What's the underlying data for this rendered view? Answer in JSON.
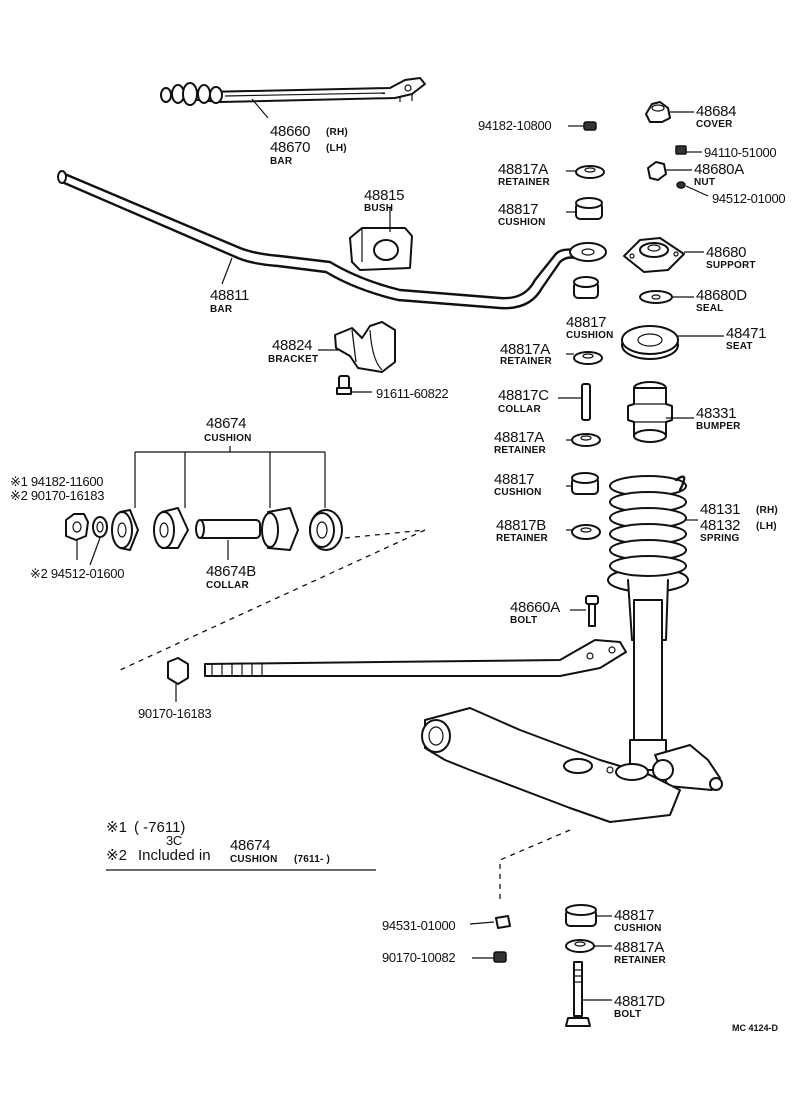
{
  "parts": {
    "p48660": {
      "number": "48660",
      "side": "(RH)"
    },
    "p48670": {
      "number": "48670",
      "side": "(LH)",
      "name": "BAR"
    },
    "p48811": {
      "number": "48811",
      "name": "BAR"
    },
    "p48815": {
      "number": "48815",
      "name": "BUSH"
    },
    "p48824": {
      "number": "48824",
      "name": "BRACKET"
    },
    "p91611": {
      "number": "91611-60822"
    },
    "p48674": {
      "number": "48674",
      "name": "CUSHION"
    },
    "p48674B": {
      "number": "48674B",
      "name": "COLLAR"
    },
    "p90170a": {
      "number": "90170-16183"
    },
    "p94182a": {
      "number": "94182-10800"
    },
    "p48817A_1": {
      "number": "48817A",
      "name": "RETAINER"
    },
    "p48817_1": {
      "number": "48817",
      "name": "CUSHION"
    },
    "p48817_2": {
      "number": "48817",
      "name": "CUSHION"
    },
    "p48817A_2": {
      "number": "48817A",
      "name": "RETAINER"
    },
    "p48817C": {
      "number": "48817C",
      "name": "COLLAR"
    },
    "p48817A_3": {
      "number": "48817A",
      "name": "RETAINER"
    },
    "p48817_3": {
      "number": "48817",
      "name": "CUSHION"
    },
    "p48817B": {
      "number": "48817B",
      "name": "RETAINER"
    },
    "p48660A": {
      "number": "48660A",
      "name": "BOLT"
    },
    "p48684": {
      "number": "48684",
      "name": "COVER"
    },
    "p94110": {
      "number": "94110-51000"
    },
    "p48680A": {
      "number": "48680A",
      "name": "NUT"
    },
    "p94512a": {
      "number": "94512-01000"
    },
    "p48680": {
      "number": "48680",
      "name": "SUPPORT"
    },
    "p48680D": {
      "number": "48680D",
      "name": "SEAL"
    },
    "p48471": {
      "number": "48471",
      "name": "SEAT"
    },
    "p48331": {
      "number": "48331",
      "name": "BUMPER"
    },
    "p48131": {
      "number": "48131",
      "side": "(RH)"
    },
    "p48132": {
      "number": "48132",
      "side": "(LH)",
      "name": "SPRING"
    },
    "p94531": {
      "number": "94531-01000"
    },
    "p90170b": {
      "number": "90170-10082"
    },
    "p48817_4": {
      "number": "48817",
      "name": "CUSHION"
    },
    "p48817A_4": {
      "number": "48817A",
      "name": "RETAINER"
    },
    "p48817D": {
      "number": "48817D",
      "name": "BOLT"
    }
  },
  "marked": {
    "m1": "※1 94182-11600",
    "m2": "※2 90170-16183",
    "m3": "※2 94512-01600"
  },
  "notes": {
    "line1_mark": "※1",
    "line1_range": "(        -7611)",
    "line1_mid": "3C",
    "line2_mark": "※2",
    "line2_text": "Included in",
    "line2_part": "48674",
    "line2_name": "CUSHION",
    "line2_range": "(7611-      )"
  },
  "diagram_code": "MC 4124-D"
}
